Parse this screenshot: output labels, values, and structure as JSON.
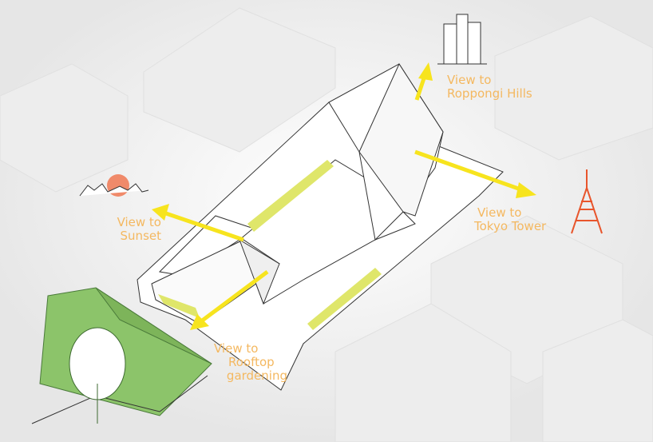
{
  "colors": {
    "label": "#f4b860",
    "arrow": "#f7e41e",
    "strip": "#dfe66a",
    "green_roof": "#8cc46a",
    "sun": "#f08a6a",
    "tower": "#e8552c"
  },
  "labels": {
    "roppongi": {
      "line1": "View to",
      "line2": "Roppongi Hills"
    },
    "tokyo": {
      "line1": "View to",
      "line2": "Tokyo Tower"
    },
    "sunset": {
      "line1": "View to",
      "line2": "Sunset"
    },
    "rooftop": {
      "line1": "View to",
      "line2": "Rooftop",
      "line3": "gardening"
    }
  }
}
